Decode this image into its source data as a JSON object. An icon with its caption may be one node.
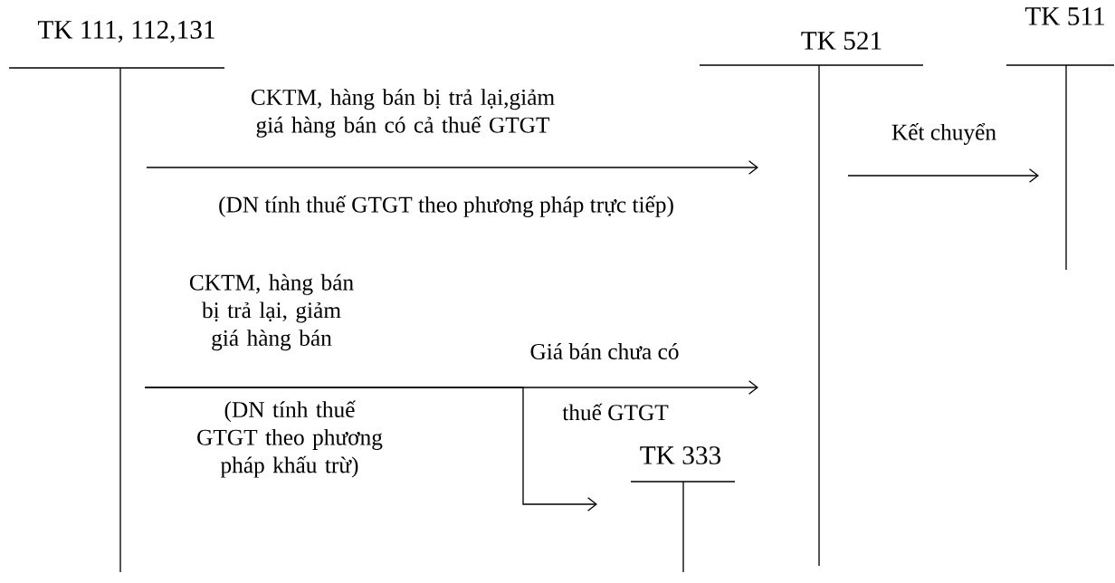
{
  "diagram": {
    "nodes": [
      {
        "text": [
          "TK 111, 112,131"
        ]
      },
      {
        "text": [
          "TK 521"
        ]
      },
      {
        "text": [
          "TK 511"
        ]
      },
      {
        "text": [
          "TK 333"
        ]
      }
    ],
    "edges": [
      {
        "from": 0,
        "to": 1,
        "arrow": "to",
        "label": "CKTM, hàng bán bị trả lại,giảm giá hàng bán có cả thuế GTGT"
      },
      {
        "from": 1,
        "to": 2,
        "arrow": "to",
        "label": "Kết chuyển"
      },
      {
        "from": 0,
        "to": 1,
        "arrow": "to",
        "label": "CKTM, hàng bán bị trả lại, giảm giá hàng bán"
      },
      {
        "from": 0,
        "to": 3,
        "arrow": "to"
      }
    ],
    "labels": [
      "(DN tính thuế GTGT theo phương pháp trực tiếp)",
      "Giá bán chưa có",
      "(DN tính thuế GTGT theo phương pháp khấu trừ)",
      "thuế GTGT"
    ]
  }
}
